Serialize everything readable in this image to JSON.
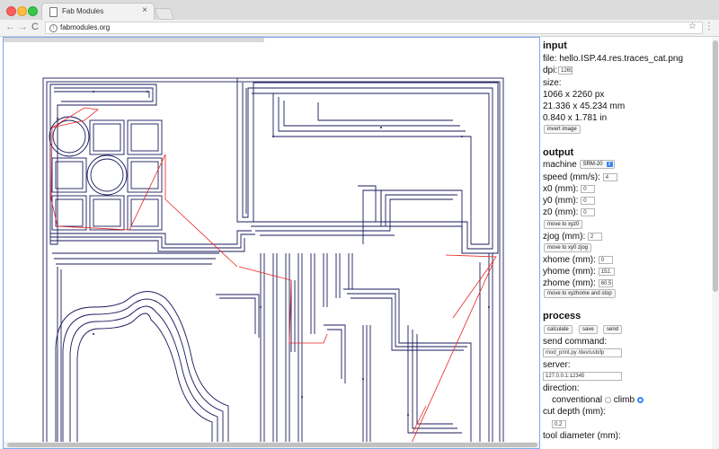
{
  "browser": {
    "tab_title": "Fab Modules",
    "tab_close": "×",
    "url": "fabmodules.org",
    "back": "←",
    "forward": "→",
    "reload": "C",
    "star": "☆",
    "menu": "⋮"
  },
  "input": {
    "heading": "input",
    "file": "file: hello.ISP.44.res.traces_cat.png",
    "dpi_label": "dpi:",
    "dpi_value": "1269",
    "size_label": "size:",
    "size_px": "1066 x 2260 px",
    "size_mm": "21.336 x 45.234 mm",
    "size_in": "0.840 x 1.781 in",
    "invert_button": "invert image"
  },
  "output": {
    "heading": "output",
    "machine_label": "machine",
    "machine_value": "SRM-20",
    "speed_label": "speed (mm/s):",
    "speed_value": "4",
    "x0_label": "x0 (mm):",
    "x0_value": "0",
    "y0_label": "y0 (mm):",
    "y0_value": "0",
    "z0_label": "z0 (mm):",
    "z0_value": "0",
    "move_xyz0_button": "move to xyz0",
    "zjog_label": "zjog (mm):",
    "zjog_value": "2",
    "move_xy0_button": "move to xy0 zjog",
    "xhome_label": "xhome (mm):",
    "xhome_value": "0",
    "yhome_label": "yhome (mm):",
    "yhome_value": "152.",
    "zhome_label": "zhome (mm):",
    "zhome_value": "60.5",
    "move_home_button": "move to xyzhome and stop"
  },
  "process": {
    "heading": "process",
    "calculate_button": "calculate",
    "save_button": "save",
    "send_button": "send",
    "send_command_label": "send command:",
    "send_command_value": "mod_print.py /dev/usb/lp",
    "server_label": "server:",
    "server_value": "127.0.0.1:12345",
    "direction_label": "direction:",
    "conventional_label": "conventional",
    "climb_label": "climb",
    "direction_selected": "climb",
    "cut_depth_label": "cut depth (mm):",
    "cut_depth_value": "0.2",
    "tool_diameter_label": "tool diameter (mm):"
  },
  "colors": {
    "trace": "#1a1a5e",
    "rapid": "#e8231e",
    "accent": "#3b84f5"
  }
}
